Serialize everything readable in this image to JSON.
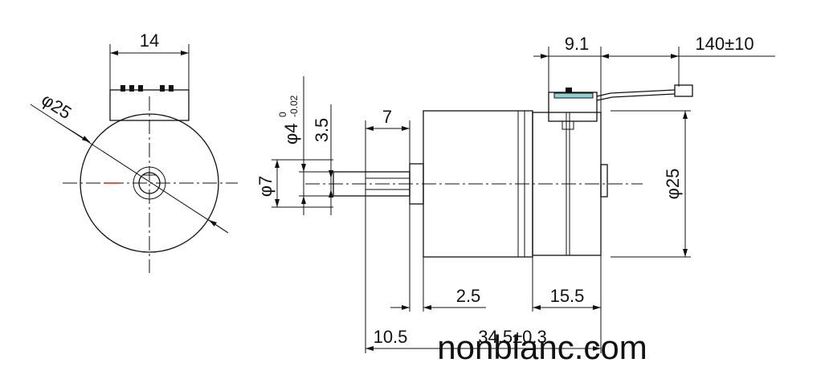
{
  "drawing": {
    "front_view": {
      "width_label": "14",
      "diameter_label": "φ25"
    },
    "side_view": {
      "shaft_tol_label": "φ4",
      "shaft_tol_upper": "0",
      "shaft_tol_lower": "-0.02",
      "flat_label": "3.5",
      "shaft_dia_label": "φ7",
      "flat_length_label": "7",
      "connector_width_label": "9.1",
      "lead_length_label": "140±10",
      "body_dia_label": "φ25",
      "boss_label": "2.5",
      "rear_label": "15.5",
      "shaft_length_label": "10.5",
      "body_length_label": "34.5±0.3"
    },
    "colors": {
      "line": "#111111",
      "connector": "#8fd0d0",
      "center_mark": "#cc2222"
    }
  },
  "watermark": "nonblanc.com"
}
